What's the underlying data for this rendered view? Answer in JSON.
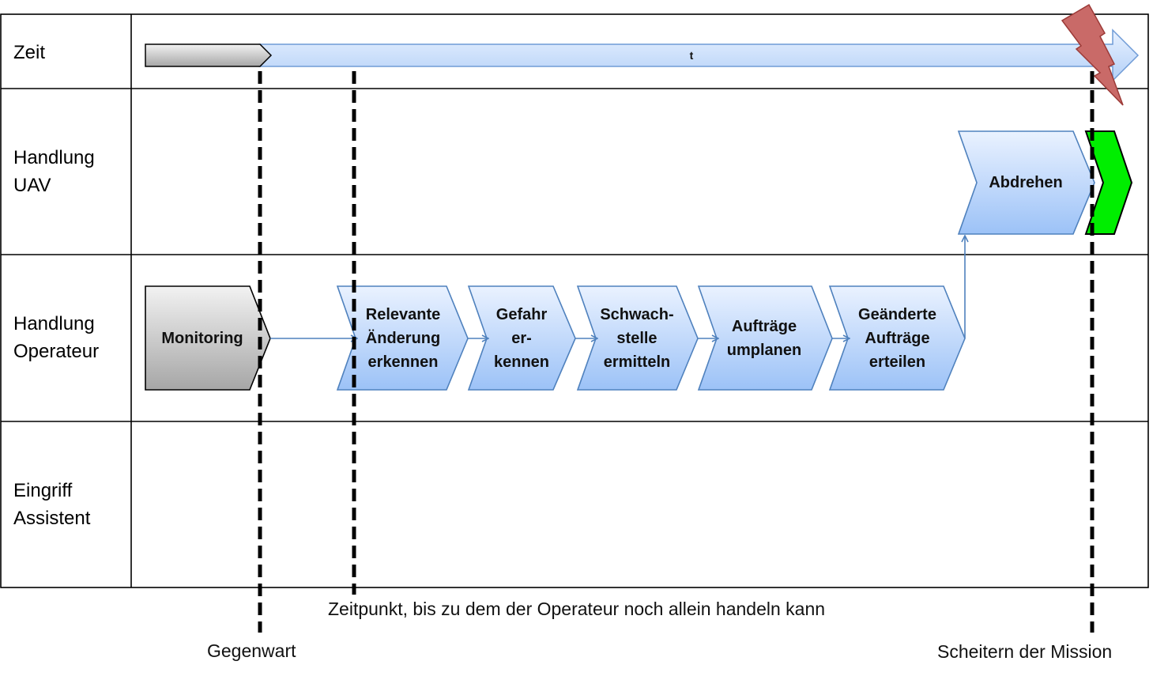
{
  "lanes": {
    "zeit": [
      "Zeit"
    ],
    "uav": [
      "Handlung",
      "UAV"
    ],
    "operateur": [
      "Handlung",
      "Operateur"
    ],
    "assistent": [
      "Eingriff",
      "Assistent"
    ]
  },
  "time_axis": {
    "label": "t"
  },
  "steps": {
    "monitoring": [
      "Monitoring"
    ],
    "relevante": [
      "Relevante",
      "Änderung",
      "erkennen"
    ],
    "gefahr": [
      "Gefahr",
      "er-",
      "kennen"
    ],
    "schwachstelle": [
      "Schwach-",
      "stelle",
      "ermitteln"
    ],
    "auftraege_umplanen": [
      "Aufträge",
      "umplanen"
    ],
    "geaenderte": [
      "Geänderte",
      "Aufträge",
      "erteilen"
    ],
    "abdrehen": [
      "Abdrehen"
    ]
  },
  "captions": {
    "zeitpunkt": "Zeitpunkt, bis zu dem der Operateur noch allein handeln kann",
    "gegenwart": "Gegenwart",
    "scheitern": "Scheitern der Mission"
  },
  "colors": {
    "step_fill_top": "#eaf2ff",
    "step_fill_bottom": "#9cc2f7",
    "step_stroke": "#4f81bd",
    "monitoring_top": "#f2f2f2",
    "monitoring_bottom": "#a6a6a6",
    "success_chevron": "#00ee00",
    "lightning": "#c0504d"
  }
}
